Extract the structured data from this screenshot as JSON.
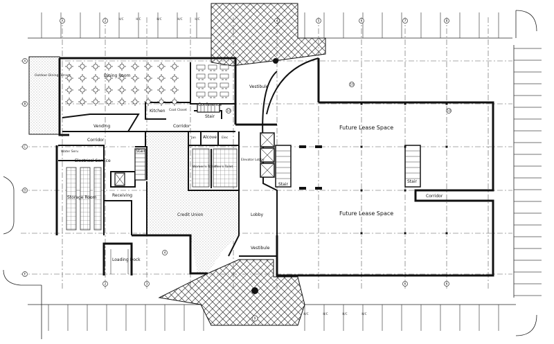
{
  "rooms": {
    "outdoor_dining_terrace": "Outdoor Dining Terrace",
    "dining_room": "Dining Room",
    "conference": "Conference",
    "kitchen": "Kitchen",
    "coat_closet": "Coat Closet",
    "vending": "Vending",
    "corridor_west": "Corridor",
    "corridor_north": "Corridor",
    "corridor_east": "Corridor",
    "vestibule_north": "Vestibule",
    "vestibule_south": "Vestibule",
    "stair_north": "Stair",
    "stair_west": "Stair",
    "stair_core": "Stair",
    "stair_east": "Stair",
    "janitor": "Jan",
    "alcove": "Alcove",
    "electrical_closet": "Elec",
    "womens_toilet": "Women's Toilet",
    "mens_toilet": "Men's Toilet",
    "elevator_lobby": "Elevator Lobby",
    "water_service": "Water Serv.",
    "electrical_service": "Electrical Service",
    "storage_room": "Storage Room",
    "receiving": "Receiving",
    "credit_union": "Credit Union",
    "lobby": "Lobby",
    "loading_dock": "Loading Dock",
    "future_lease_north": "Future Lease Space",
    "future_lease_south": "Future Lease Space"
  },
  "parking": {
    "hc_label": "H/C"
  },
  "gridline_labels": {
    "top": [
      "A",
      "2",
      "3",
      "4",
      "5",
      "6",
      "7",
      "8"
    ],
    "bottom": [
      "2",
      "3",
      "4",
      "6",
      "6",
      "9"
    ],
    "left": [
      "A",
      "B",
      "C",
      "D",
      "E"
    ],
    "column_marks": [
      "10",
      "10",
      "10"
    ]
  },
  "colors": {
    "ink": "#111111",
    "paper": "#ffffff",
    "hatch": "#222222"
  }
}
